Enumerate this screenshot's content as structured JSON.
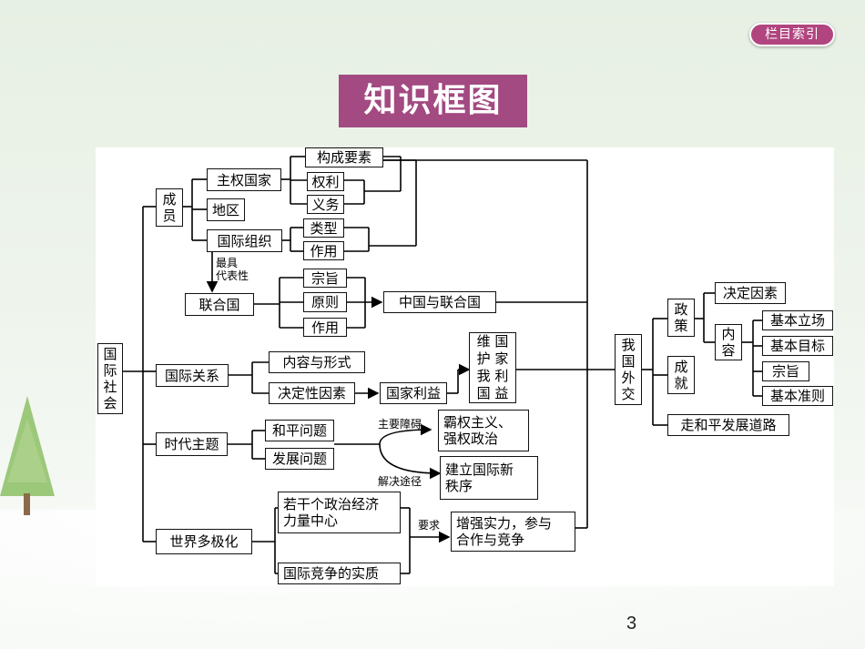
{
  "nav": {
    "catalog_label": "栏目索引"
  },
  "title": "知识框图",
  "page_number": "3",
  "diagram": {
    "root": "国\n际\n社\n会",
    "members": "成\n员",
    "sovereign_state": "主权国家",
    "region": "地区",
    "intl_org": "国际组织",
    "elements": "构成要素",
    "rights": "权利",
    "obligations": "义务",
    "types": "类型",
    "functions": "作用",
    "most_representative": "最具\n代表性",
    "un": "联合国",
    "purpose": "宗旨",
    "principles": "原则",
    "un_role": "作用",
    "china_un": "中国与联合国",
    "intl_relations": "国际关系",
    "content_form": "内容与形式",
    "decisive_factor": "决定性因素",
    "national_interest": "国家利益",
    "safeguard": "维 国\n护 家\n我 利\n国 益",
    "theme_of_times": "时代主题",
    "peace": "和平问题",
    "development": "发展问题",
    "main_obstacle": "主要障碍",
    "hegemony": "霸权主义、\n强权政治",
    "solution": "解决途径",
    "new_order": "建立国际新\n秩序",
    "multipolar": "世界多极化",
    "power_centers": "若干个政治经济\n力量中心",
    "competition": "国际竞争的实质",
    "requirement": "要求",
    "strengthen": "增强实力，参与\n合作与竞争",
    "china_diplomacy": "我\n国\n外\n交",
    "policy": "政\n策",
    "deciding_factor": "决定因素",
    "content": "内\n容",
    "basic_stance": "基本立场",
    "basic_goal": "基本目标",
    "aim": "宗旨",
    "basic_norm": "基本准则",
    "achievements": "成\n就",
    "peaceful_path": "走和平发展道路"
  }
}
